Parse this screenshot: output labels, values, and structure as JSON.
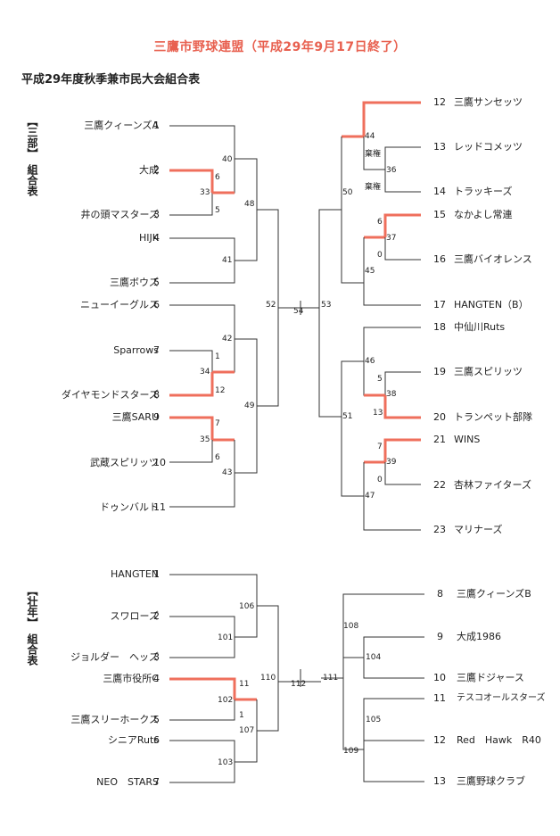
{
  "title": "三鷹市野球連盟（平成29年9月17日終了）",
  "subtitle": "平成29年度秋季兼市民大会組合表",
  "divisions": [
    {
      "label": "【三部】　組合表",
      "left": [
        {
          "seed": "1",
          "name": "三鷹クィーンズA"
        },
        {
          "seed": "2",
          "name": "大成"
        },
        {
          "seed": "3",
          "name": "井の頭マスターズ"
        },
        {
          "seed": "4",
          "name": "HIJK"
        },
        {
          "seed": "5",
          "name": "三鷹ボウズ"
        },
        {
          "seed": "6",
          "name": "ニューイーグルス"
        },
        {
          "seed": "7",
          "name": "Sparrows"
        },
        {
          "seed": "8",
          "name": "ダイヤモンドスターズ"
        },
        {
          "seed": "9",
          "name": "三鷹SARU"
        },
        {
          "seed": "10",
          "name": "武蔵スピリッツ"
        },
        {
          "seed": "11",
          "name": "ドゥンバルト"
        }
      ],
      "right": [
        {
          "seed": "12",
          "name": "三鷹サンセッツ"
        },
        {
          "seed": "13",
          "name": "レッドコメッツ"
        },
        {
          "seed": "14",
          "name": "トラッキーズ"
        },
        {
          "seed": "15",
          "name": "なかよし常連"
        },
        {
          "seed": "16",
          "name": "三鷹バイオレンス"
        },
        {
          "seed": "17",
          "name": "HANGTEN（B）"
        },
        {
          "seed": "18",
          "name": "中仙川Ruts"
        },
        {
          "seed": "19",
          "name": "三鷹スピリッツ"
        },
        {
          "seed": "20",
          "name": "トランペット部隊"
        },
        {
          "seed": "21",
          "name": "WINS"
        },
        {
          "seed": "22",
          "name": "杏林ファイターズ"
        },
        {
          "seed": "23",
          "name": "マリナーズ"
        }
      ],
      "match_labels": [
        "40",
        "33",
        "48",
        "41",
        "42",
        "34",
        "49",
        "35",
        "43",
        "52",
        "54",
        "53",
        "44",
        "36",
        "50",
        "37",
        "45",
        "46",
        "38",
        "51",
        "39",
        "47"
      ],
      "scores": [
        "6",
        "5",
        "1",
        "12",
        "7",
        "6",
        "44",
        "棄権",
        "棄権",
        "6",
        "0",
        "5",
        "13",
        "7",
        "0"
      ]
    },
    {
      "label": "【壮年】　組合表",
      "left": [
        {
          "seed": "1",
          "name": "HANGTEN"
        },
        {
          "seed": "2",
          "name": "スワローズ"
        },
        {
          "seed": "3",
          "name": "ジョルダー　ヘッズ"
        },
        {
          "seed": "4",
          "name": "三鷹市役所C"
        },
        {
          "seed": "5",
          "name": "三鷹スリーホークス"
        },
        {
          "seed": "6",
          "name": "シニアRuts"
        },
        {
          "seed": "7",
          "name": "NEO　STARS"
        }
      ],
      "right": [
        {
          "seed": "8",
          "name": "三鷹クィーンズB"
        },
        {
          "seed": "9",
          "name": "大成1986"
        },
        {
          "seed": "10",
          "name": "三鷹ドジャース"
        },
        {
          "seed": "11",
          "name": "テスコオールスターズ"
        },
        {
          "seed": "12",
          "name": "Red　Hawk　R40"
        },
        {
          "seed": "13",
          "name": "三鷹野球クラブ"
        }
      ],
      "match_labels": [
        "106",
        "101",
        "102",
        "107",
        "103",
        "110",
        "112",
        "111",
        "108",
        "104",
        "105",
        "109"
      ],
      "scores": [
        "11",
        "1"
      ]
    }
  ],
  "colors": {
    "winner": "#ef6f5c",
    "line": "#333333",
    "title": "#e8604f"
  }
}
